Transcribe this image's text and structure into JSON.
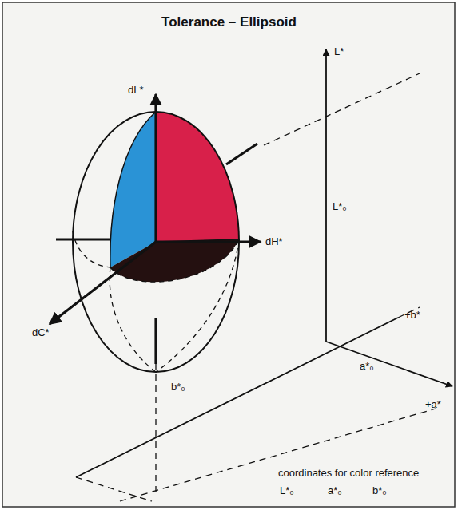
{
  "diagram": {
    "title": "Tolerance – Ellipsoid",
    "labels": [
      "L*",
      "dL*",
      "L*₀",
      "dH*",
      "+b*",
      "dC*",
      "b*₀",
      "a*₀",
      "+a*",
      "coordinates for color reference",
      "L*₀",
      "a*₀",
      "b*₀"
    ]
  }
}
